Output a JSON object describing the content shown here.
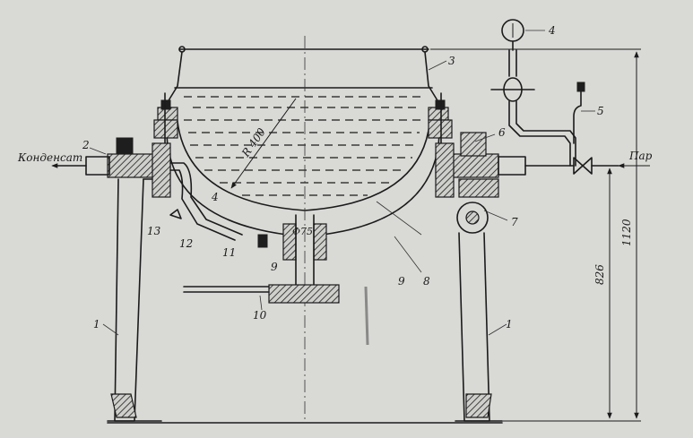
{
  "labels": {
    "condensate": "Конденсат",
    "steam": "Пар",
    "radius": "R 400",
    "diameter": "Φ75",
    "dim_total_height": "1120",
    "dim_inlet_height": "826",
    "n1_left": "1",
    "n1_right": "1",
    "n2": "2",
    "n3": "3",
    "n4_gauge": "4",
    "n4_bowl": "4",
    "n5": "5",
    "n6": "6",
    "n7": "7",
    "n8": "8",
    "n9_right": "9",
    "n9_inner": "9",
    "n10": "10",
    "n11": "11",
    "n12": "12",
    "n13": "13"
  }
}
